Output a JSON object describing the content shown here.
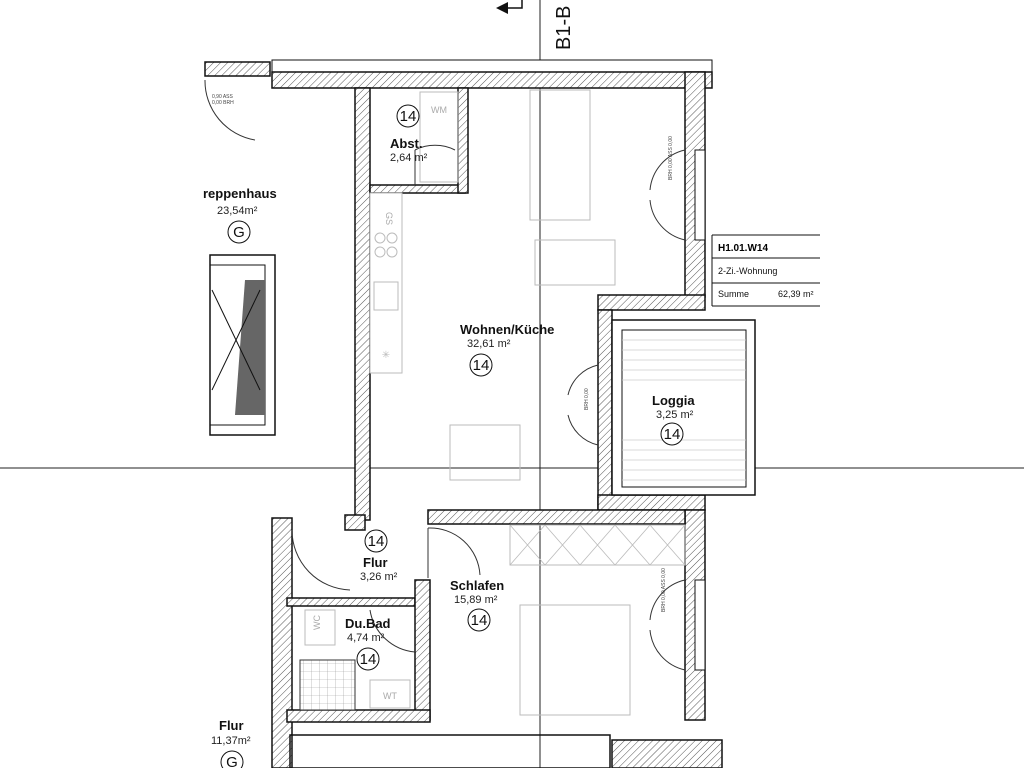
{
  "section_marker": "B1-B",
  "info_box": {
    "unit_id": "H1.01.W14",
    "unit_type": "2-Zi.-Wohnung",
    "sum_label": "Summe",
    "sum_value": "62,39 m²"
  },
  "rooms": [
    {
      "name": "Abst.",
      "area": "2,64 m²",
      "tag": "14"
    },
    {
      "name": "reppenhaus",
      "area": "23,54m²",
      "tag": "G"
    },
    {
      "name": "Wohnen/Küche",
      "area": "32,61 m²",
      "tag": "14"
    },
    {
      "name": "Loggia",
      "area": "3,25 m²",
      "tag": "14"
    },
    {
      "name": "Flur",
      "area": "3,26 m²",
      "tag": "14"
    },
    {
      "name": "Schlafen",
      "area": "15,89 m²",
      "tag": "14"
    },
    {
      "name": "Du.Bad",
      "area": "4,74 m²",
      "tag": "14"
    },
    {
      "name": "Flur",
      "area": "11,37m²",
      "tag": "G"
    }
  ],
  "fixtures": {
    "washer": "WM",
    "fridge": "GS",
    "toilet": "WC",
    "dryer": "WT"
  },
  "window_labels": {
    "top_left_1": "0,90 ASS",
    "top_left_2": "0,00 BRH",
    "window": "BRH 0,00 ASS 0,00",
    "door": "BRH 0,00"
  }
}
